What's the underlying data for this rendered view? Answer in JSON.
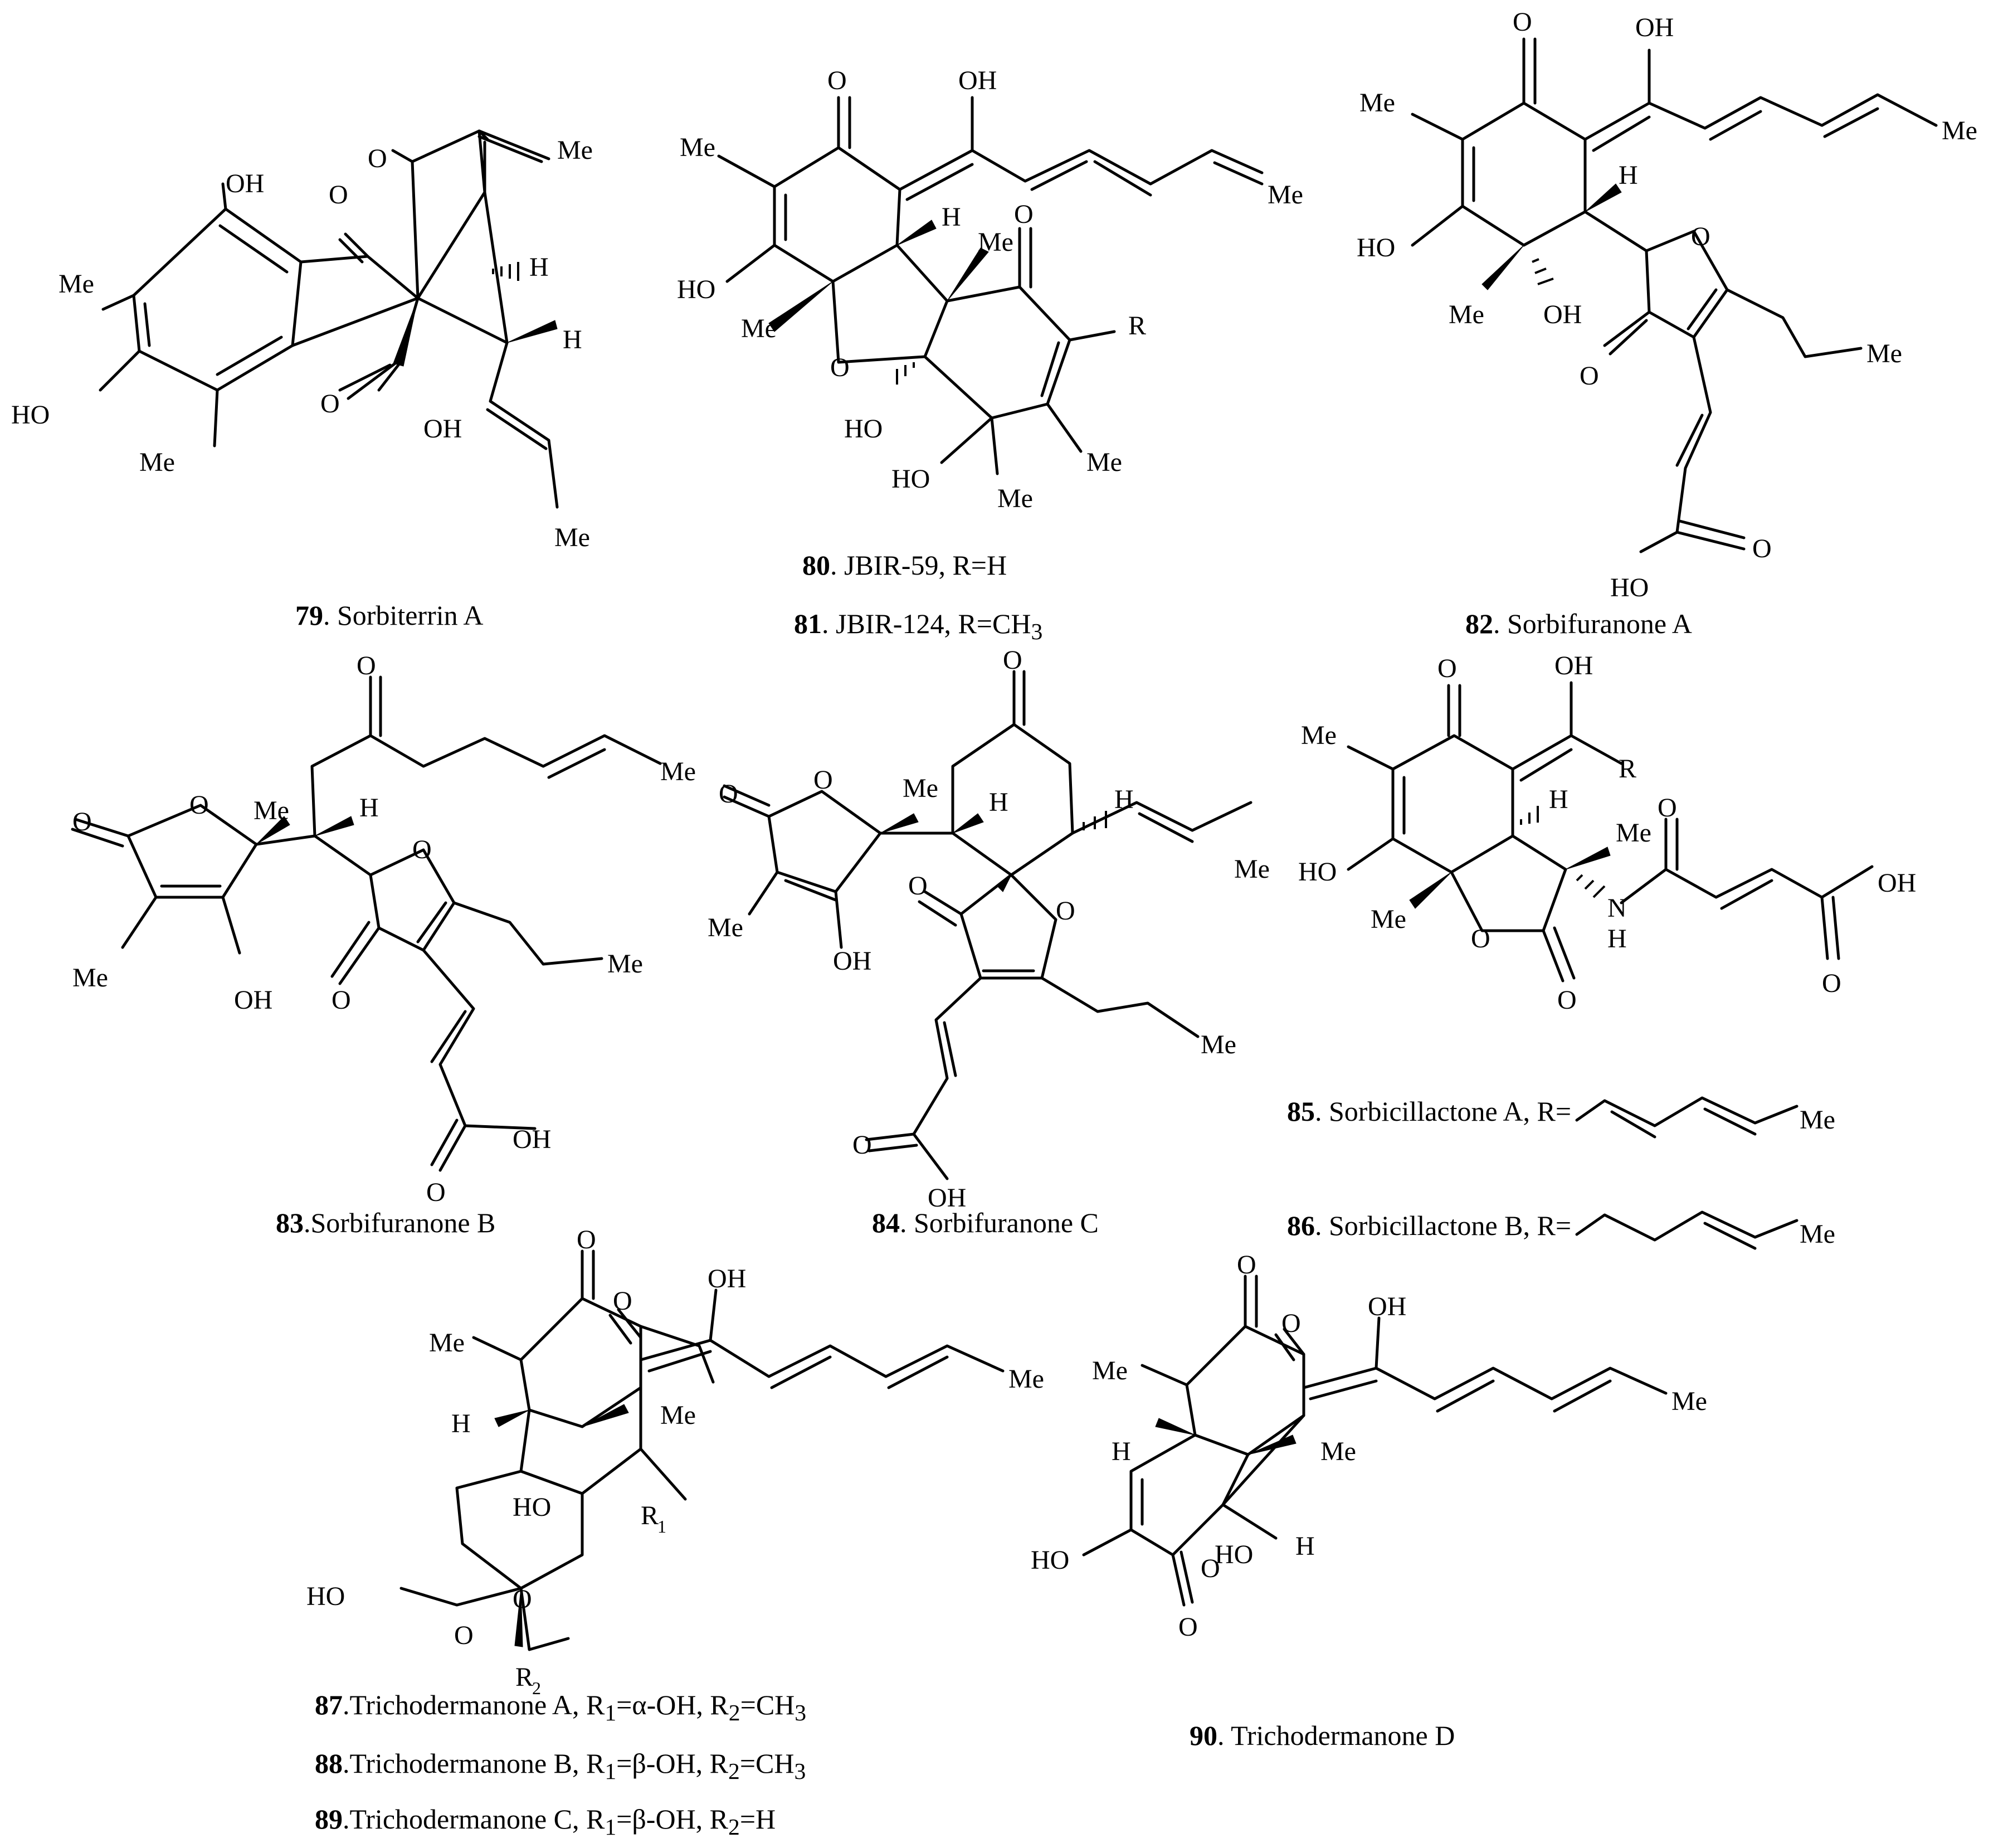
{
  "atoms": {
    "oh": "OH",
    "ho": "HO",
    "me": "Me",
    "o": "O",
    "h": "H",
    "r": "R",
    "r1": "R",
    "r1_sub": "1",
    "r2": "R",
    "r2_sub": "2",
    "n": "N"
  },
  "compounds": [
    {
      "id": "c79",
      "number": "79",
      "text": ". Sorbiterrin A"
    },
    {
      "id": "c80",
      "number": "80",
      "text": ". JBIR-59, R=H"
    },
    {
      "id": "c81",
      "number": "81",
      "text": ". JBIR-124, R=CH",
      "sub": "3"
    },
    {
      "id": "c82",
      "number": "82",
      "text": ". Sorbifuranone A"
    },
    {
      "id": "c83",
      "number": "83",
      "text": ".Sorbifuranone B"
    },
    {
      "id": "c84",
      "number": "84",
      "text": ". Sorbifuranone C"
    },
    {
      "id": "c85",
      "number": "85",
      "text": ". Sorbicillactone A, R="
    },
    {
      "id": "c86",
      "number": "86",
      "text": ". Sorbicillactone B, R="
    },
    {
      "id": "c87",
      "number": "87",
      "text": ".Trichodermanone A, R",
      "s1": "1",
      "mid": "=α-OH, R",
      "s2": "2",
      "tail": "=CH",
      "s3": "3"
    },
    {
      "id": "c88",
      "number": "88",
      "text": ".Trichodermanone B, R",
      "s1": "1",
      "mid": "=β-OH, R",
      "s2": "2",
      "tail": "=CH",
      "s3": "3"
    },
    {
      "id": "c89",
      "number": "89",
      "text": ".Trichodermanone C, R",
      "s1": "1",
      "mid": "=β-OH, R",
      "s2": "2",
      "tail": "=H"
    },
    {
      "id": "c90",
      "number": "90",
      "text": ". Trichodermanone D"
    }
  ]
}
